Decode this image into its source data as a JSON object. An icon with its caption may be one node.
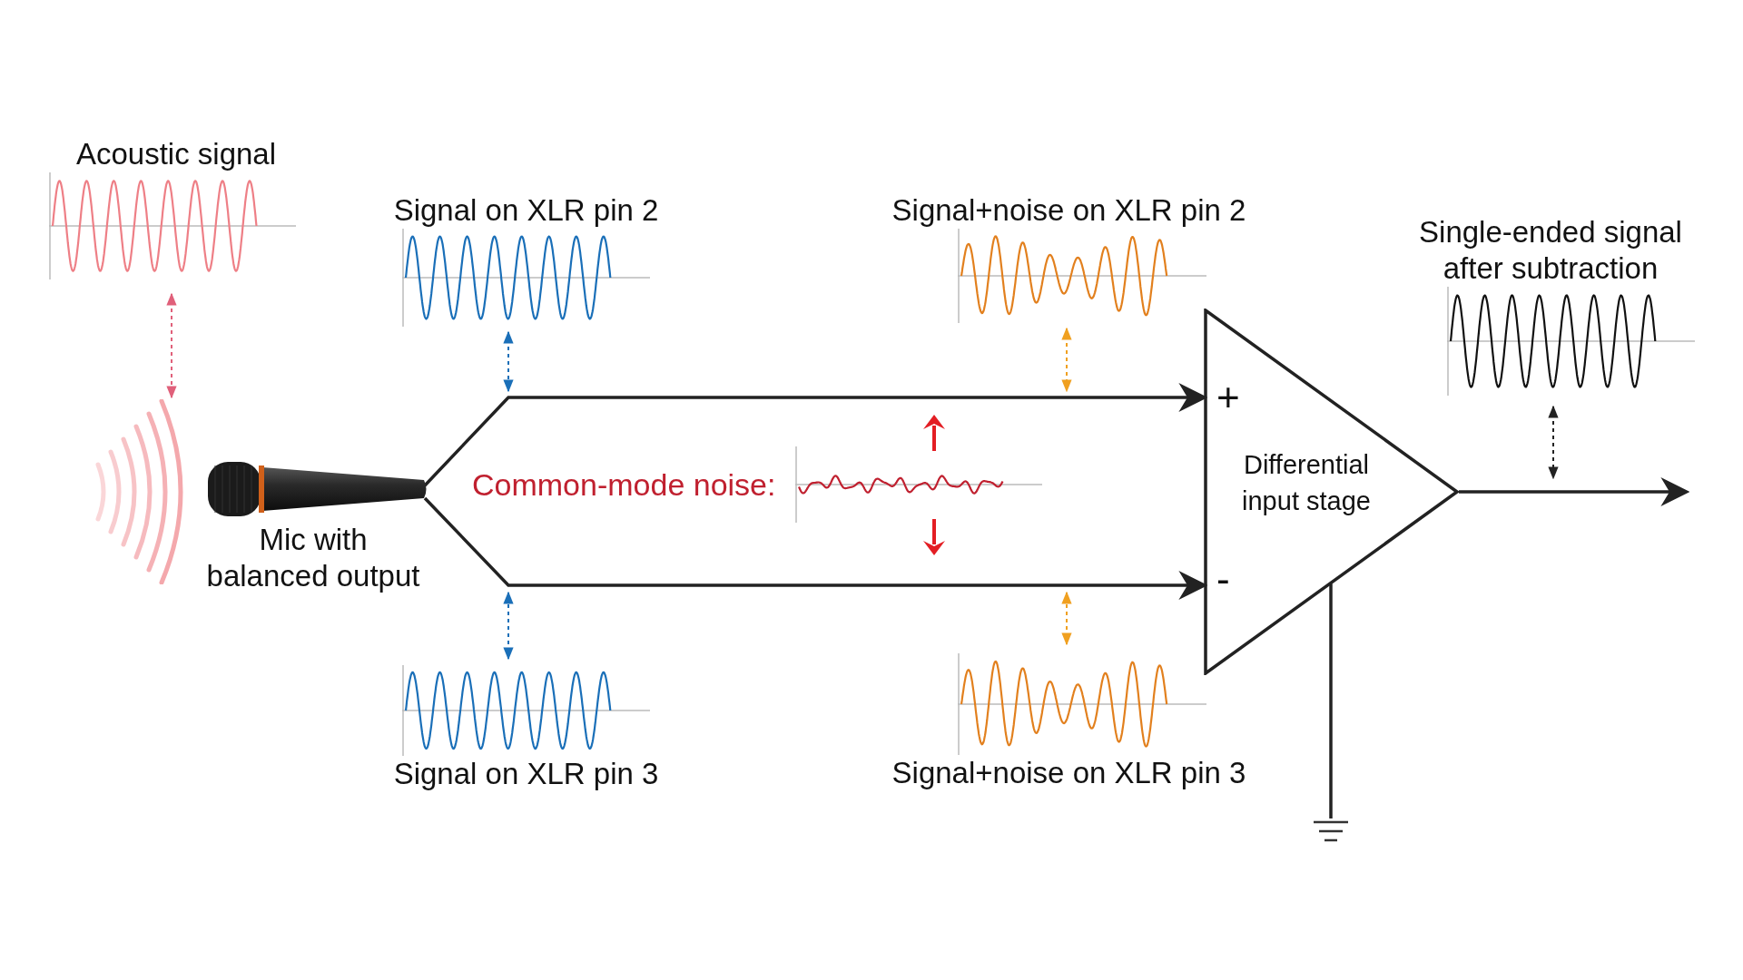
{
  "diagram": {
    "nodes": [
      {
        "text": [
          "Acoustic signal"
        ]
      },
      {
        "text": [],
        "shape": "picture"
      },
      {
        "text": [
          "Mic with balanced output"
        ]
      },
      {
        "text": [
          "Signal on XLR pin 2"
        ]
      },
      {
        "text": [
          "Signal+noise on XLR pin 2"
        ]
      },
      {
        "text": [
          "Single-ended signal after subtraction"
        ]
      },
      {
        "text": [
          "Common-mode noise:"
        ]
      },
      {
        "text": [
          "Differential input stage"
        ]
      },
      {
        "text": [
          "Signal on XLR pin 3"
        ]
      },
      {
        "text": [
          "Signal+noise on XLR pin 3"
        ]
      },
      {
        "text": [],
        "shape": "ground"
      }
    ],
    "edges": [
      {
        "from": 0,
        "to": 1,
        "arrow": "both",
        "style": "dashed",
        "color": "#e0607a"
      },
      {
        "from": 2,
        "to": 7,
        "arrow": "to"
      },
      {
        "from": 2,
        "to": 7,
        "arrow": "to"
      },
      {
        "from": 3,
        "to": null,
        "arrow": "both",
        "style": "dashed",
        "color": "#1a6fb8"
      },
      {
        "from": 8,
        "to": null,
        "arrow": "both",
        "style": "dashed",
        "color": "#1a6fb8"
      },
      {
        "from": 4,
        "to": null,
        "arrow": "both",
        "style": "dashed",
        "color": "#f0a020"
      },
      {
        "from": 9,
        "to": null,
        "arrow": "both",
        "style": "dashed",
        "color": "#f0a020"
      },
      {
        "from": 5,
        "to": null,
        "arrow": "both",
        "style": "dashed"
      },
      {
        "from": 7,
        "to": null,
        "arrow": "to"
      },
      {
        "from": 7,
        "to": 10,
        "arrow": "none"
      }
    ],
    "labels": [
      "+",
      "-"
    ]
  }
}
